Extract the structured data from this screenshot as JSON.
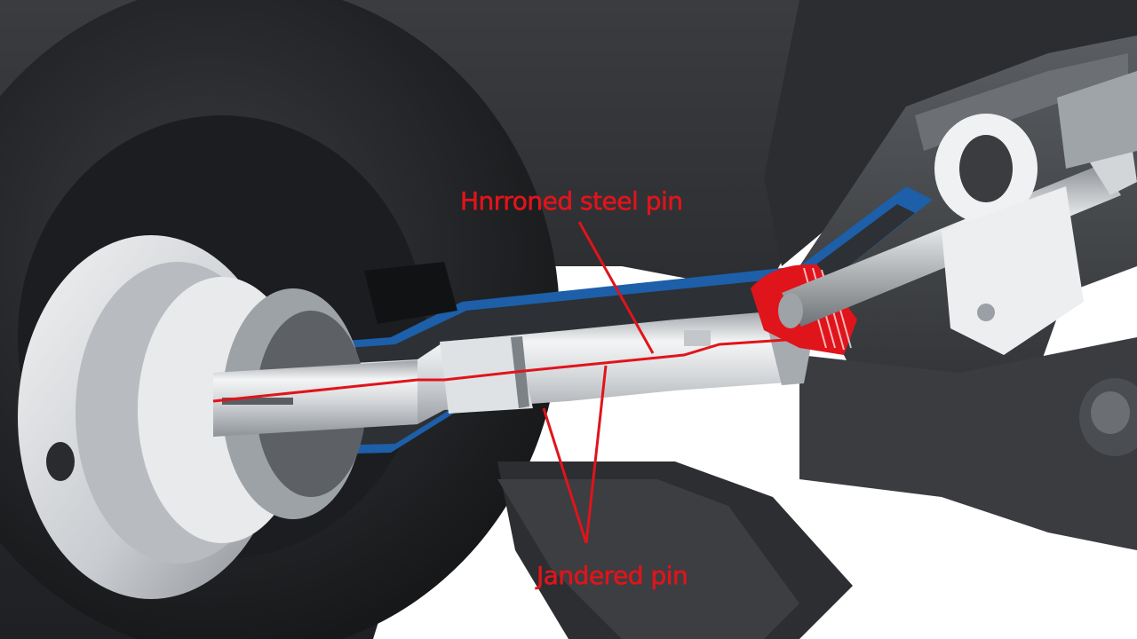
{
  "colors": {
    "callout": "#e0141b",
    "housing_dark": "#2f3134",
    "housing_mid": "#45484c",
    "liner_blue": "#1d5fa8",
    "steel_light": "#e6e8ea",
    "steel_mid": "#b9bdc1",
    "background": "#ffffff"
  },
  "callouts": {
    "top_label": "Hnrroned steel pin",
    "bottom_label": "Jandered pin"
  },
  "icons": {
    "top_pointer": "leader-line",
    "bottom_pointer": "leader-line-pair"
  }
}
